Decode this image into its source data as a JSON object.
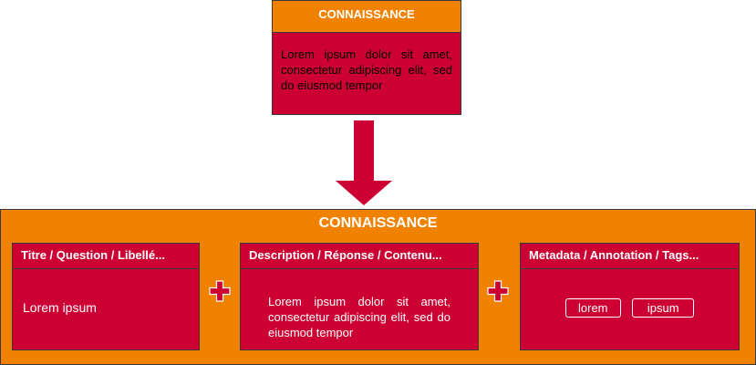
{
  "top_box": {
    "title": "CONNAISSANCE",
    "text": "Lorem ipsum dolor sit amet, consectetur adipiscing elit, sed do eiusmod tempor"
  },
  "main": {
    "title": "CONNAISSANCE",
    "cards": [
      {
        "header": "Titre / Question / Libellé...",
        "content": "Lorem ipsum"
      },
      {
        "header": "Description / Réponse / Contenu...",
        "content": "Lorem ipsum dolor sit amet, consectetur adipiscing elit, sed do eiusmod tempor"
      },
      {
        "header": "Metadata / Annotation / Tags...",
        "tags": [
          "lorem",
          "ipsum"
        ]
      }
    ]
  },
  "colors": {
    "orange": "#f08200",
    "crimson": "#cc0033",
    "border": "#3a3a3a",
    "text": "#ffffff"
  },
  "icons": {
    "arrow": "arrow-down-icon",
    "plus": "plus-icon"
  }
}
